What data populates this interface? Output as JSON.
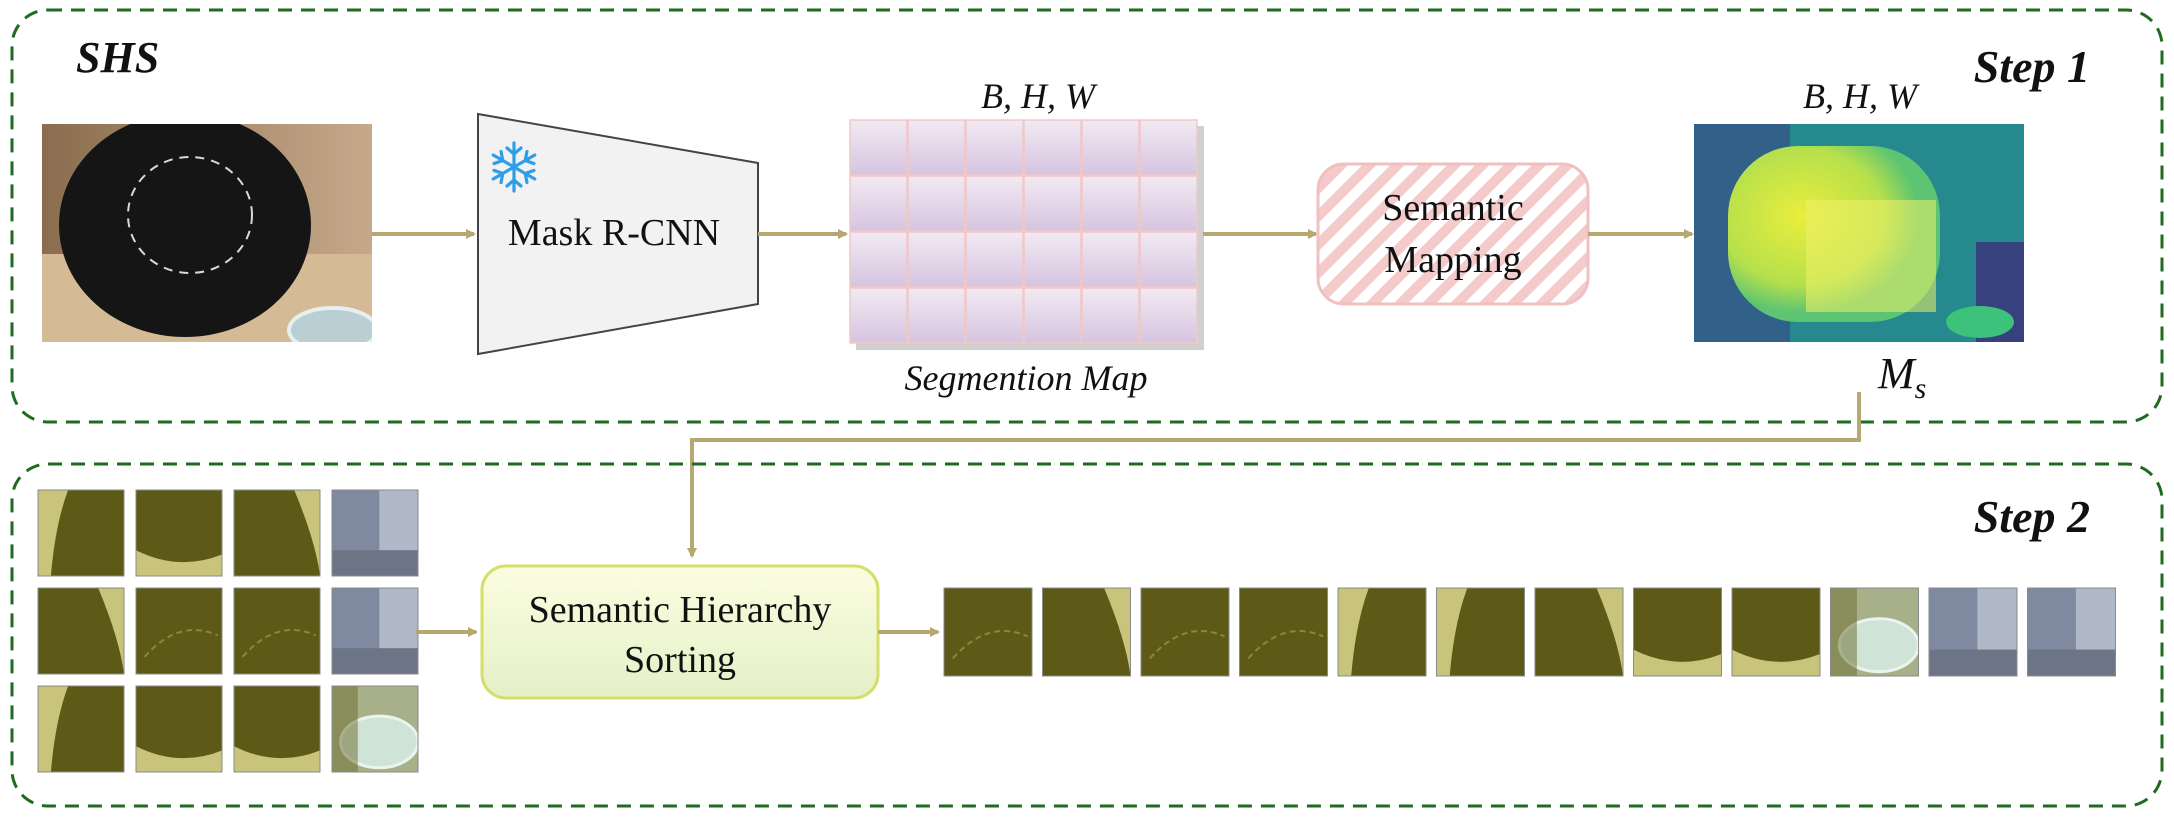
{
  "step1": {
    "title": "SHS",
    "step_label": "Step 1",
    "model_label": "Mask R-CNN",
    "model_icon": "snowflake-icon",
    "seg_dims": "B, H, W",
    "seg_caption": "Segmention Map",
    "mapping_line1": "Semantic",
    "mapping_line2": "Mapping",
    "heatmap_dims": "B, H, W",
    "ms_main": "M",
    "ms_sub": "s"
  },
  "step2": {
    "step_label": "Step 2",
    "sorting_line1": "Semantic Hierarchy",
    "sorting_line2": "Sorting"
  },
  "colors": {
    "border_green": "#1f6b1f",
    "arrow_olive": "#b5a870",
    "hatch_pink": "#f2c7c7",
    "sorting_fill_top": "#fbfde0",
    "sorting_fill_bottom": "#e6f2c6",
    "sorting_border": "#d4df6a",
    "heat_yellow": "#d8e648",
    "heat_teal": "#27878a",
    "heat_purple": "#3b2f7a",
    "heat_green": "#3cc27a",
    "patch_olive": "#5c5a16",
    "patch_light": "#c7c378"
  },
  "sorted_patch_kinds": [
    "curve",
    "edge",
    "ring",
    "ring",
    "corner",
    "corner",
    "edge",
    "dark",
    "dark",
    "plate",
    "gray",
    "gray"
  ]
}
